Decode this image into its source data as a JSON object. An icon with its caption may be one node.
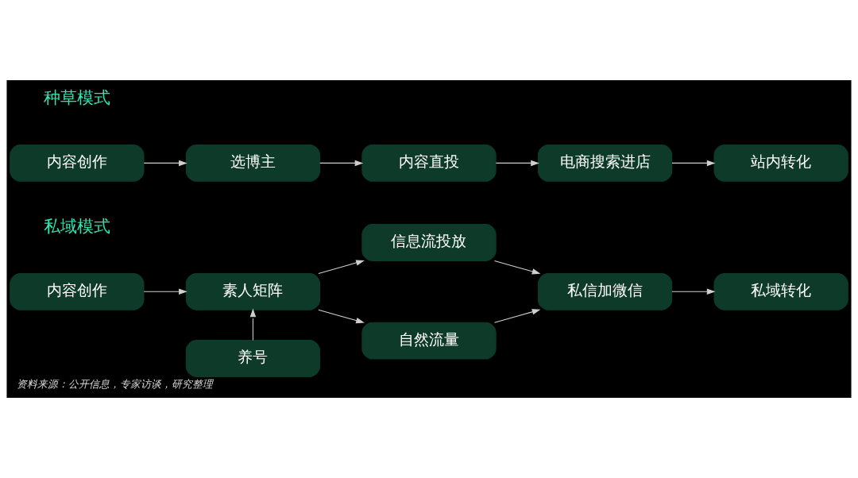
{
  "diagram": {
    "caption": "资料来源：公开信息，专家访谈，研究整理",
    "nodes": [
      {
        "text": [
          "内容创作"
        ]
      },
      {
        "text": [
          "选博主"
        ]
      },
      {
        "text": [
          "内容直投"
        ]
      },
      {
        "text": [
          "电商搜索进店"
        ]
      },
      {
        "text": [
          "站内转化"
        ]
      },
      {
        "text": [
          "内容创作"
        ]
      },
      {
        "text": [
          "素人矩阵"
        ]
      },
      {
        "text": [
          "信息流投放"
        ]
      },
      {
        "text": [
          "自然流量"
        ]
      },
      {
        "text": [
          "私信加微信"
        ]
      },
      {
        "text": [
          "私域转化"
        ]
      },
      {
        "text": [
          "养号"
        ]
      }
    ],
    "edges": [
      {
        "from": 0,
        "to": 1,
        "arrow": "to"
      },
      {
        "from": 1,
        "to": 2,
        "arrow": "to"
      },
      {
        "from": 2,
        "to": 3,
        "arrow": "to"
      },
      {
        "from": 3,
        "to": 4,
        "arrow": "to"
      },
      {
        "from": 5,
        "to": 6,
        "arrow": "to"
      },
      {
        "from": 6,
        "to": 7,
        "arrow": "to"
      },
      {
        "from": 6,
        "to": 8,
        "arrow": "to"
      },
      {
        "from": 7,
        "to": 9,
        "arrow": "to"
      },
      {
        "from": 8,
        "to": 9,
        "arrow": "to"
      },
      {
        "from": 9,
        "to": 10,
        "arrow": "to"
      },
      {
        "from": 11,
        "to": 6,
        "arrow": "to"
      }
    ],
    "labels": [
      "种草模式",
      "私域模式"
    ]
  }
}
